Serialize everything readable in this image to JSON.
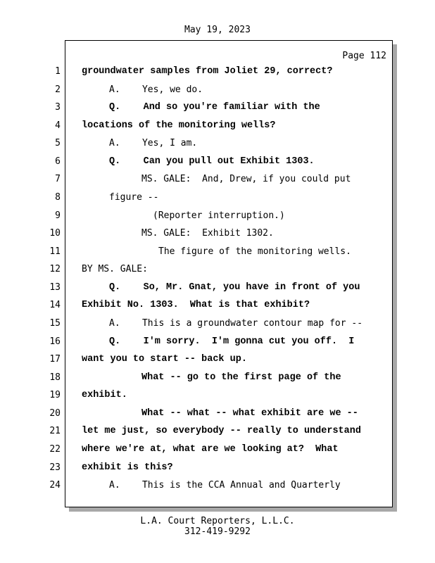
{
  "header": {
    "date": "May 19, 2023"
  },
  "page_label": "Page 112",
  "lines": [
    {
      "n": "1",
      "text": "groundwater samples from Joliet 29, correct?",
      "bold": true,
      "indent": 0
    },
    {
      "n": "2",
      "text": "A.    Yes, we do.",
      "bold": false,
      "indent": 1
    },
    {
      "n": "3",
      "text": "Q.    And so you're familiar with the",
      "bold": true,
      "indent": 1
    },
    {
      "n": "4",
      "text": "locations of the monitoring wells?",
      "bold": true,
      "indent": 0
    },
    {
      "n": "5",
      "text": "A.    Yes, I am.",
      "bold": false,
      "indent": 1
    },
    {
      "n": "6",
      "text": "Q.    Can you pull out Exhibit 1303.",
      "bold": true,
      "indent": 1
    },
    {
      "n": "7",
      "text": "MS. GALE:  And, Drew, if you could put",
      "bold": false,
      "indent": 2
    },
    {
      "n": "8",
      "text": "figure --",
      "bold": false,
      "indent": 1
    },
    {
      "n": "9",
      "text": "(Reporter interruption.)",
      "bold": false,
      "indent": 3
    },
    {
      "n": "10",
      "text": "MS. GALE:  Exhibit 1302.",
      "bold": false,
      "indent": 2
    },
    {
      "n": "11",
      "text": "The figure of the monitoring wells.",
      "bold": false,
      "indent": 4
    },
    {
      "n": "12",
      "text": "BY MS. GALE:",
      "bold": false,
      "indent": 0
    },
    {
      "n": "13",
      "text": "Q.    So, Mr. Gnat, you have in front of you",
      "bold": true,
      "indent": 1
    },
    {
      "n": "14",
      "text": "Exhibit No. 1303.  What is that exhibit?",
      "bold": true,
      "indent": 0
    },
    {
      "n": "15",
      "text": "A.    This is a groundwater contour map for --",
      "bold": false,
      "indent": 1
    },
    {
      "n": "16",
      "text": "Q.    I'm sorry.  I'm gonna cut you off.  I",
      "bold": true,
      "indent": 1
    },
    {
      "n": "17",
      "text": "want you to start -- back up.",
      "bold": true,
      "indent": 0
    },
    {
      "n": "18",
      "text": "What -- go to the first page of the",
      "bold": true,
      "indent": 2
    },
    {
      "n": "19",
      "text": "exhibit.",
      "bold": true,
      "indent": 0
    },
    {
      "n": "20",
      "text": "What -- what -- what exhibit are we --",
      "bold": true,
      "indent": 2
    },
    {
      "n": "21",
      "text": "let me just, so everybody -- really to understand",
      "bold": true,
      "indent": 0
    },
    {
      "n": "22",
      "text": "where we're at, what are we looking at?  What",
      "bold": true,
      "indent": 0
    },
    {
      "n": "23",
      "text": "exhibit is this?",
      "bold": true,
      "indent": 0
    },
    {
      "n": "24",
      "text": "A.    This is the CCA Annual and Quarterly",
      "bold": false,
      "indent": 1
    }
  ],
  "footer": {
    "company": "L.A. Court Reporters, L.L.C.",
    "phone": "312-419-9292"
  }
}
